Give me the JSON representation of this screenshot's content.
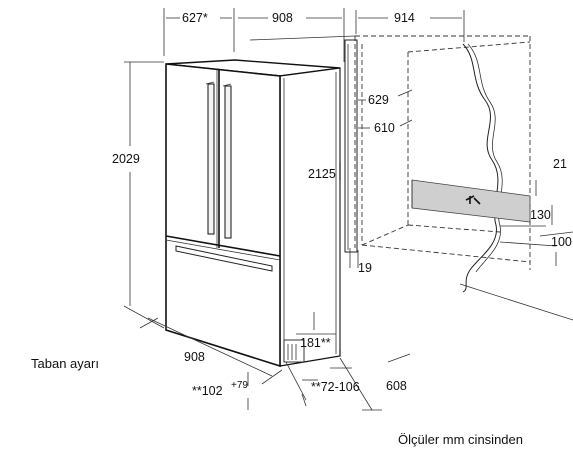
{
  "dimensions": {
    "top_depth": "627*",
    "top_width": "908",
    "niche_width": "914",
    "body_height": "2029",
    "total_height": "2125",
    "door_depth_1": "629",
    "door_depth_2": "610",
    "niche_height": "21",
    "vent_height": "130",
    "vent_bottom": "100",
    "side_gap": "19",
    "base_height": "181**",
    "bottom_width": "908",
    "foot_main": "**102",
    "foot_sup": "+79",
    "adjust_range": "**72-106",
    "niche_depth": "608"
  },
  "labels": {
    "base_adjust": "Taban ayarı",
    "units_note": "Ölçüler mm cinsinden"
  }
}
